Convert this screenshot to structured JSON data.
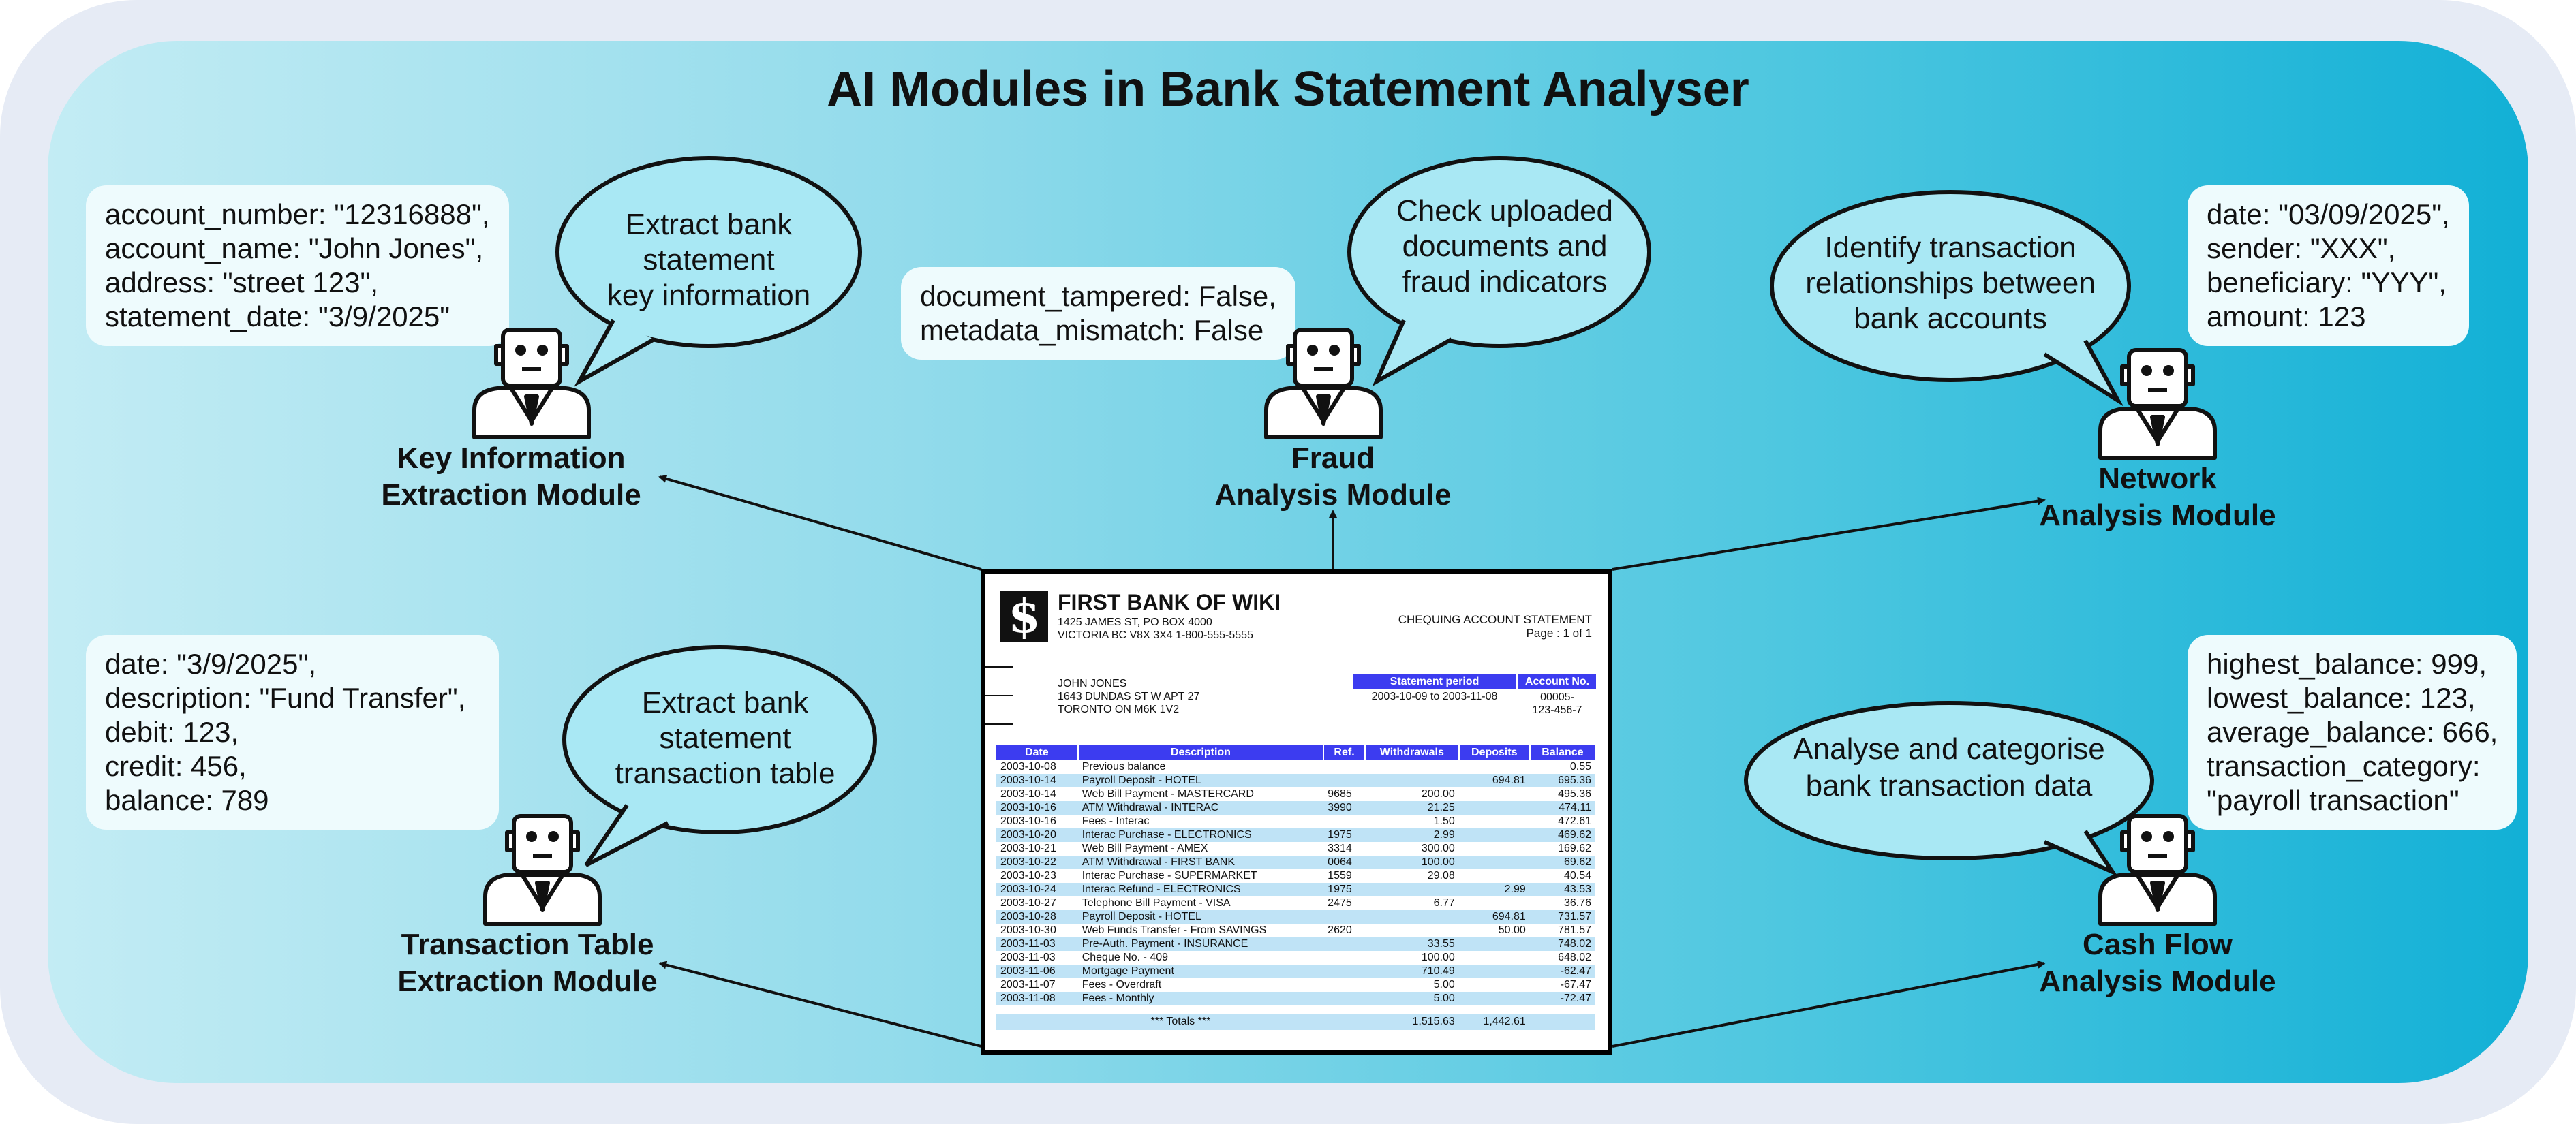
{
  "title": "AI Modules in Bank Statement Analyser",
  "colors": {
    "frame": "#e6ebf5",
    "gradient_start": "#c3ecf4",
    "gradient_end": "#12b0d6",
    "card": "#eefbfd",
    "table_header": "#3c3cf0",
    "table_stripe": "#bfe3f6"
  },
  "modules": {
    "key_info": {
      "label": [
        "Key Information",
        "Extraction Module"
      ],
      "bubble": [
        "Extract bank",
        "statement",
        "key information"
      ],
      "card": [
        "account_number: \"12316888\",",
        "account_name: \"John Jones\",",
        "address: \"street 123\",",
        "statement_date: \"3/9/2025\""
      ],
      "icon": "robot-agent-icon"
    },
    "fraud": {
      "label": [
        "Fraud",
        "Analysis Module"
      ],
      "bubble": [
        "Check uploaded",
        "documents and",
        "fraud indicators"
      ],
      "card": [
        "document_tampered: False,",
        "metadata_mismatch: False"
      ],
      "icon": "robot-agent-icon"
    },
    "network": {
      "label": [
        "Network",
        "Analysis Module"
      ],
      "bubble": [
        "Identify transaction",
        "relationships between",
        "bank accounts"
      ],
      "card": [
        "date: \"03/09/2025\",",
        "sender: \"XXX\",",
        "beneficiary: \"YYY\",",
        "amount: 123"
      ],
      "icon": "robot-agent-icon"
    },
    "transaction": {
      "label": [
        "Transaction Table",
        "Extraction Module"
      ],
      "bubble": [
        "Extract bank",
        "statement",
        "transaction table"
      ],
      "card": [
        "date: \"3/9/2025\",",
        "description: \"Fund Transfer\",",
        "debit: 123,",
        "credit: 456,",
        "balance: 789"
      ],
      "icon": "robot-agent-icon"
    },
    "cashflow": {
      "label": [
        "Cash Flow",
        "Analysis Module"
      ],
      "bubble": [
        "Analyse and categorise",
        "bank transaction data"
      ],
      "card": [
        "highest_balance: 999,",
        "lowest_balance: 123,",
        "average_balance: 666,",
        "transaction_category:",
        "\"payroll transaction\""
      ],
      "icon": "robot-agent-icon"
    }
  },
  "statement": {
    "logo": "$",
    "bank_name": "FIRST BANK OF WIKI",
    "bank_address": [
      "1425 JAMES ST, PO BOX 4000",
      "VICTORIA BC  V8X 3X4     1-800-555-5555"
    ],
    "statement_type": [
      "CHEQUING ACCOUNT STATEMENT",
      "Page : 1 of 1"
    ],
    "customer": [
      "JOHN JONES",
      "1643 DUNDAS ST W APT 27",
      "TORONTO ON   M6K 1V2"
    ],
    "period_label": "Statement period",
    "period_value": "2003-10-09 to 2003-11-08",
    "account_label": "Account No.",
    "account_value": [
      "00005-",
      "123-456-7"
    ],
    "columns": [
      "Date",
      "Description",
      "Ref.",
      "Withdrawals",
      "Deposits",
      "Balance"
    ],
    "rows": [
      [
        "2003-10-08",
        "Previous balance",
        "",
        "",
        "",
        "0.55"
      ],
      [
        "2003-10-14",
        "Payroll Deposit - HOTEL",
        "",
        "",
        "694.81",
        "695.36"
      ],
      [
        "2003-10-14",
        "Web Bill Payment - MASTERCARD",
        "9685",
        "200.00",
        "",
        "495.36"
      ],
      [
        "2003-10-16",
        "ATM Withdrawal - INTERAC",
        "3990",
        "21.25",
        "",
        "474.11"
      ],
      [
        "2003-10-16",
        "Fees - Interac",
        "",
        "1.50",
        "",
        "472.61"
      ],
      [
        "2003-10-20",
        "Interac Purchase - ELECTRONICS",
        "1975",
        "2.99",
        "",
        "469.62"
      ],
      [
        "2003-10-21",
        "Web Bill Payment - AMEX",
        "3314",
        "300.00",
        "",
        "169.62"
      ],
      [
        "2003-10-22",
        "ATM Withdrawal - FIRST BANK",
        "0064",
        "100.00",
        "",
        "69.62"
      ],
      [
        "2003-10-23",
        "Interac Purchase - SUPERMARKET",
        "1559",
        "29.08",
        "",
        "40.54"
      ],
      [
        "2003-10-24",
        "Interac Refund - ELECTRONICS",
        "1975",
        "",
        "2.99",
        "43.53"
      ],
      [
        "2003-10-27",
        "Telephone Bill Payment - VISA",
        "2475",
        "6.77",
        "",
        "36.76"
      ],
      [
        "2003-10-28",
        "Payroll Deposit - HOTEL",
        "",
        "",
        "694.81",
        "731.57"
      ],
      [
        "2003-10-30",
        "Web Funds Transfer - From  SAVINGS",
        "2620",
        "",
        "50.00",
        "781.57"
      ],
      [
        "2003-11-03",
        "Pre-Auth. Payment - INSURANCE",
        "",
        "33.55",
        "",
        "748.02"
      ],
      [
        "2003-11-03",
        "Cheque No. - 409",
        "",
        "100.00",
        "",
        "648.02"
      ],
      [
        "2003-11-06",
        "Mortgage Payment",
        "",
        "710.49",
        "",
        "-62.47"
      ],
      [
        "2003-11-07",
        "Fees - Overdraft",
        "",
        "5.00",
        "",
        "-67.47"
      ],
      [
        "2003-11-08",
        "Fees - Monthly",
        "",
        "5.00",
        "",
        "-72.47"
      ]
    ],
    "totals": [
      "*** Totals ***",
      "1,515.63",
      "1,442.61"
    ]
  }
}
